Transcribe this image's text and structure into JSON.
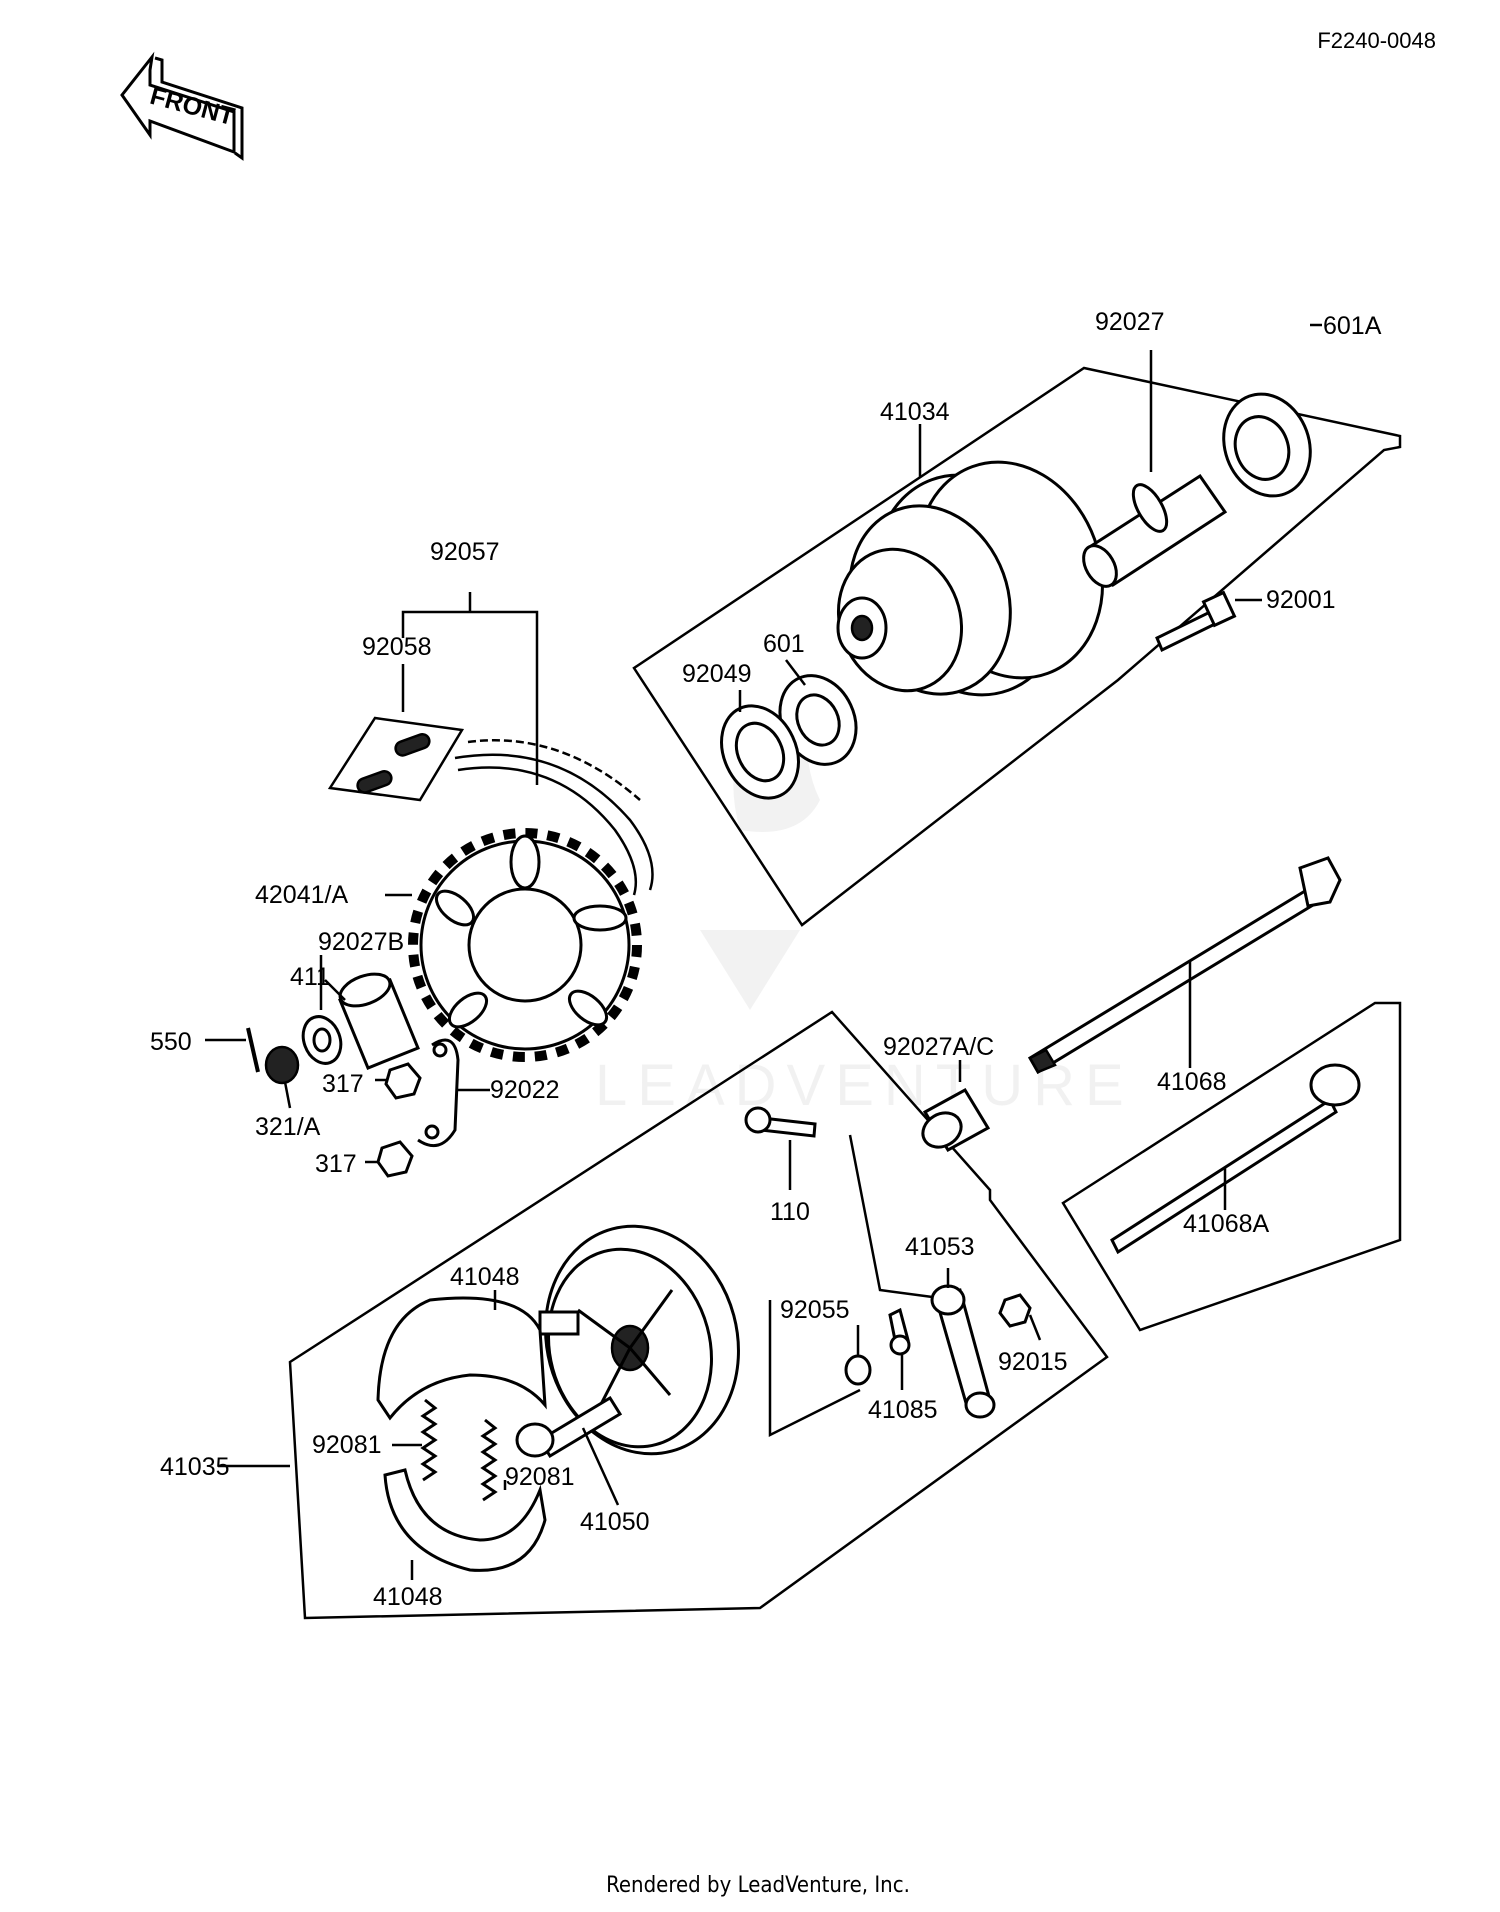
{
  "diagram_code": "F2240-0048",
  "front_label": "FRONT",
  "footer": "Rendered by LeadVenture, Inc.",
  "watermark": "LEADVENTURE",
  "callouts": {
    "p41034": "41034",
    "p92027": "92027",
    "p601A": "601A",
    "p92001": "92001",
    "p601": "601",
    "p92049": "92049",
    "p92057": "92057",
    "p92058": "92058",
    "p42041A": "42041/A",
    "p92027B": "92027B",
    "p411": "411",
    "p550": "550",
    "p317a": "317",
    "p92022": "92022",
    "p321A": "321/A",
    "p317b": "317",
    "p92027AC": "92027A/C",
    "p41068": "41068",
    "p110": "110",
    "p41068A": "41068A",
    "p41053": "41053",
    "p41048a": "41048",
    "p92055": "92055",
    "p92015": "92015",
    "p41085": "41085",
    "p41035": "41035",
    "p92081a": "92081",
    "p92081b": "92081",
    "p41050": "41050",
    "p41048b": "41048"
  }
}
